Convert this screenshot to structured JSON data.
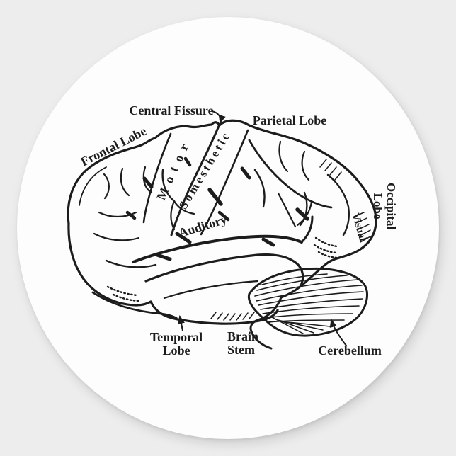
{
  "colors": {
    "ink": "#1c1c1c",
    "background": "#ededed",
    "sticker": "#fdfdfd"
  },
  "sticker": {
    "shape": "round",
    "figure": "hand-drawn-human-brain-lateral-view"
  },
  "diagram": {
    "labels": {
      "central_fissure": "Central Fissure",
      "frontal_lobe": "Frontal Lobe",
      "parietal_lobe": "Parietal Lobe",
      "motor": "Motor",
      "somesthetic": "Somesthetic",
      "auditory": "Auditory",
      "occipital_line1": "Occipital",
      "occipital_line2": "Lobe",
      "visual": "Visual",
      "temporal_line1": "Temporal",
      "temporal_line2": "Lobe",
      "brain_stem_line1": "Brain",
      "brain_stem_line2": "Stem",
      "cerebellum": "Cerebellum"
    }
  }
}
